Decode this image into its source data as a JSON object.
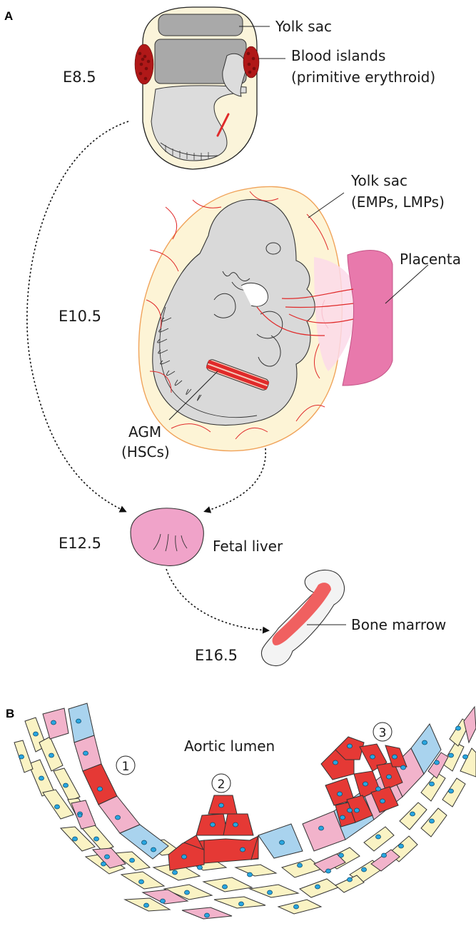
{
  "panel_a": {
    "letter": "A",
    "stages": {
      "e85": "E8.5",
      "e105": "E10.5",
      "e125": "E12.5",
      "e165": "E16.5"
    },
    "labels": {
      "yolk_sac": "Yolk sac",
      "blood_islands_1": "Blood islands",
      "blood_islands_2": "(primitive erythroid)",
      "yolk_sac_2": "Yolk sac",
      "yolk_sac_2b": "(EMPs, LMPs)",
      "placenta": "Placenta",
      "agm_1": "AGM",
      "agm_2": "(HSCs)",
      "fetal_liver": "Fetal liver",
      "bone_marrow": "Bone marrow"
    }
  },
  "panel_b": {
    "letter": "B",
    "aortic_lumen": "Aortic lumen",
    "steps": [
      "1",
      "2",
      "3"
    ]
  },
  "colors": {
    "embryo_gray": "#d9d9d9",
    "yolk_fill": "#fdf4d6",
    "yolk_edge": "#f0a35a",
    "vessel_red": "#e02a2a",
    "blood_red": "#e53935",
    "placenta_pink": "#e879ac",
    "liver_pink": "#f0a3c9",
    "bone_red": "#f06060",
    "endo_blue": "#a9d3ee",
    "endo_pink": "#f2b3cb",
    "stroma_yellow": "#faf3c4",
    "nucleus_blue": "#29a6e0"
  }
}
